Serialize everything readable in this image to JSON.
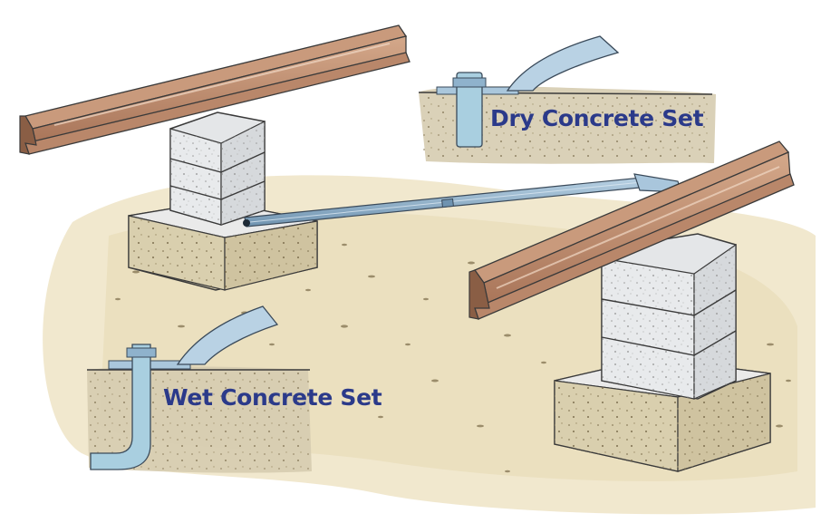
{
  "labels": {
    "dry_concrete_set": "Dry Concrete Set",
    "wet_concrete_set": "Wet Concrete Set"
  },
  "colors": {
    "label_text": "#2b3a8a",
    "steel_beam": "#b98a6e",
    "steel_beam_dark": "#8a5e45",
    "concrete_block": "#e4e6e8",
    "concrete_footing": "#ddd3b4",
    "ground": "#efe4c6",
    "strap": "#8fb2cc",
    "anchor": "#a9cfe0",
    "outline": "#3a3a3a"
  },
  "icons": [
    "steel-i-beam",
    "concrete-block-pier",
    "concrete-footing",
    "steel-strap",
    "ground-anchor-bolt"
  ]
}
